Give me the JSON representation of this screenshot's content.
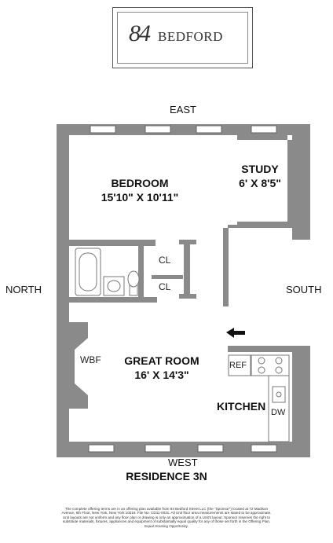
{
  "logo": {
    "number": "84",
    "name": "BEDFORD"
  },
  "compass": {
    "east": "EAST",
    "west": "WEST",
    "north": "NORTH",
    "south": "SOUTH"
  },
  "rooms": {
    "bedroom": {
      "name": "BEDROOM",
      "dims": "15'10\" X 10'11\""
    },
    "study": {
      "name": "STUDY",
      "dims": "6' X 8'5\""
    },
    "closet_1": "CL",
    "closet_2": "CL",
    "great_room": {
      "name": "GREAT ROOM",
      "dims": "16' X 14'3\""
    },
    "kitchen": "KITCHEN",
    "wbf": "WBF",
    "ref": "REF",
    "dw": "DW"
  },
  "title": "RESIDENCE 3N",
  "disclaimer": "The complete offering terms are in an offering plan available from 84 Bedford Street LLC (the \"Sponsor\") located at 72 Madison Avenue, 6th Floor, New York, New York 10016. File No. CD11-0031. All Unit floor area measurements are stated to be approximate. Unit layouts are not uniform and any floor plan or drawing is only an approximation of a Unit's layout. Sponsor reserves the right to substitute materials, fixtures, appliances and equipment of substantially equal quality for any of those set forth in the Offering Plan. Equal Housing Opportunity.",
  "colors": {
    "wall": "#8a8a8a",
    "wall_dark": "#777777",
    "fixture": "#9a9a9a"
  }
}
